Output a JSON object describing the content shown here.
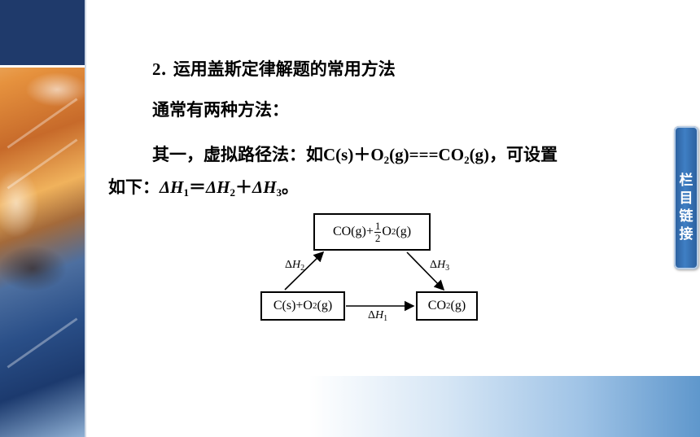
{
  "heading": {
    "number": "2",
    "separator": ".",
    "text": "运用盖斯定律解题的常用方法"
  },
  "intro": "通常有两种方法：",
  "para": {
    "lead": "其一，虚拟路径法：如",
    "eq_c": "C(s)",
    "eq_plus": "＋",
    "eq_o": "O",
    "eq_o_sub": "2",
    "eq_g": "(g)===CO",
    "eq_co2_sub": "2",
    "eq_g2": "(g)",
    "tail": "，可设置",
    "line2_lead": "如下：",
    "dh1_sym": "ΔH",
    "dh1_sub": "1",
    "eq_sign": "＝",
    "dh2_sym": "ΔH",
    "dh2_sub": "2",
    "plus": "＋",
    "dh3_sym": "ΔH",
    "dh3_sub": "3",
    "end": "。"
  },
  "diagram": {
    "top_box": {
      "pre": "CO(g)+",
      "frac_num": "1",
      "frac_den": "2",
      "o": "O",
      "o_sub": "2",
      "post": "(g)"
    },
    "left_box": {
      "pre": "C(s)+O",
      "sub": "2",
      "post": "(g)"
    },
    "right_box": {
      "pre": "CO",
      "sub": "2",
      "post": "(g)"
    },
    "dh1": {
      "d": "Δ",
      "h": "H",
      "sub": "1"
    },
    "dh2": {
      "d": "Δ",
      "h": "H",
      "sub": "2"
    },
    "dh3": {
      "d": "Δ",
      "h": "H",
      "sub": "3"
    }
  },
  "side_tab": {
    "chars": [
      "栏",
      "目",
      "链",
      "接"
    ],
    "color": "#2f6aae"
  },
  "colors": {
    "banner": "#1f3a6b",
    "accent": "#5f97cc"
  }
}
